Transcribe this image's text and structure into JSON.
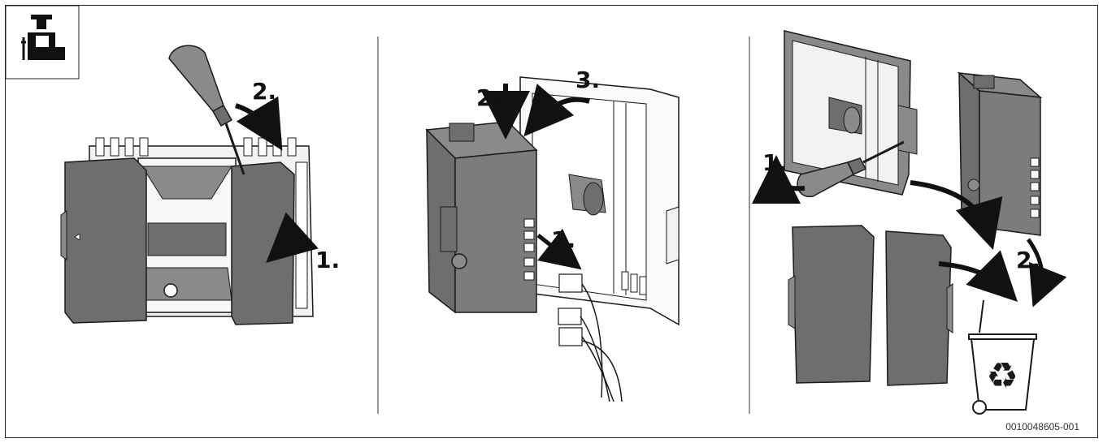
{
  "panels": [
    {
      "steps": [
        "2.",
        "1."
      ]
    },
    {
      "steps": [
        "3.",
        "2.",
        "1."
      ]
    },
    {
      "steps": [
        "1.",
        "2."
      ]
    }
  ],
  "doc_code": "0010048605-001",
  "icons": {
    "installer": "installer-person-icon",
    "recycle": "recycle-bin-icon"
  },
  "colors": {
    "housing_dark": "#6e6e6e",
    "housing_mid": "#8a8a8a",
    "line": "#1a1a1a",
    "light": "#f2f2f2"
  }
}
